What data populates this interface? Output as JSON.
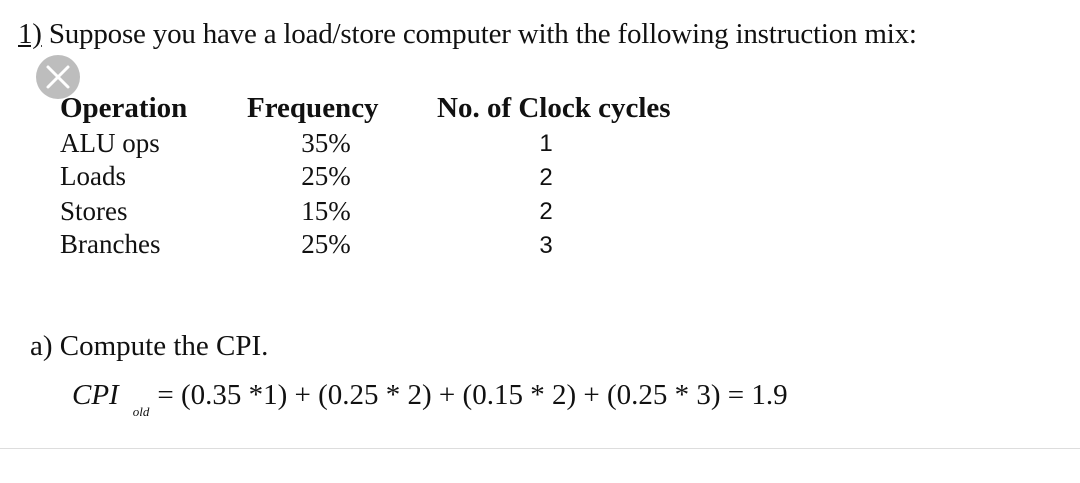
{
  "question": {
    "number": "1)",
    "text": "Suppose you have a load/store computer with the following instruction mix:"
  },
  "close_icon": "close-x-icon",
  "table": {
    "headers": [
      "Operation",
      "Frequency",
      "No. of Clock cycles"
    ],
    "rows": [
      {
        "operation": "ALU ops",
        "frequency": "35%",
        "cycles": "1"
      },
      {
        "operation": "Loads",
        "frequency": "25%",
        "cycles": "2"
      },
      {
        "operation": "Stores",
        "frequency": "15%",
        "cycles": "2"
      },
      {
        "operation": "Branches",
        "frequency": "25%",
        "cycles": "3"
      }
    ]
  },
  "part_a": {
    "text": "a) Compute the CPI."
  },
  "formula": {
    "lhs": "CPI",
    "subscript": "old",
    "rhs": "= (0.35 *1) + (0.25 * 2) + (0.15 * 2) + (0.25 * 3) = 1.9"
  }
}
